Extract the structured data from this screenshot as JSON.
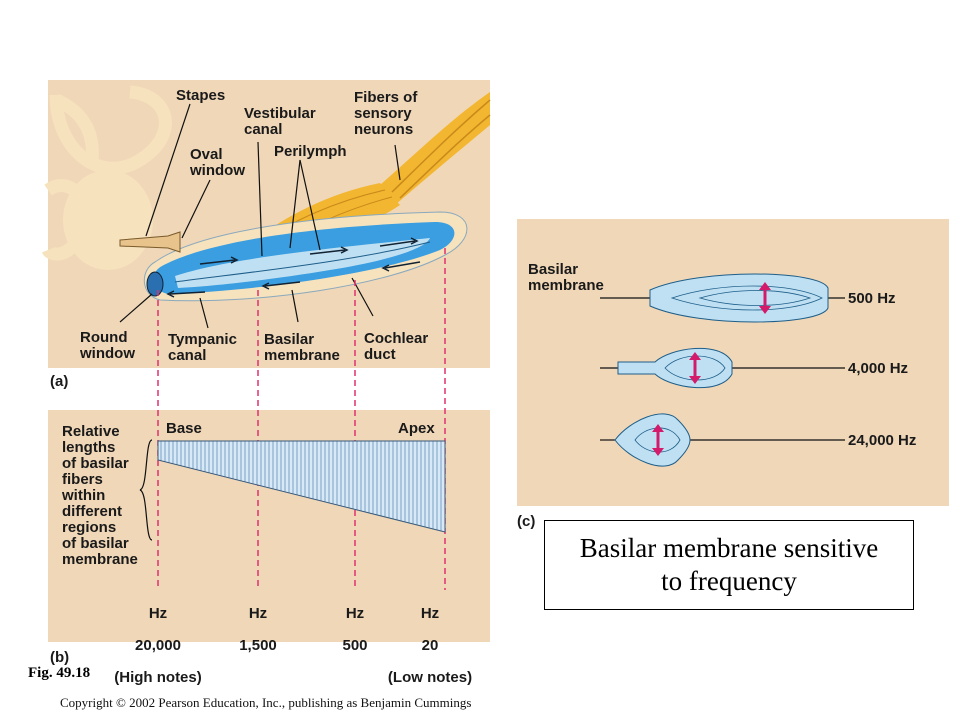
{
  "panel_a": {
    "letter": "(a)",
    "labels": {
      "stapes": "Stapes",
      "vestibular_canal": "Vestibular\ncanal",
      "fibers": "Fibers of\nsensory\nneurons",
      "oval_window": "Oval\nwindow",
      "perilymph": "Perilymph",
      "round_window": "Round\nwindow",
      "tympanic_canal": "Tympanic\ncanal",
      "basilar_membrane": "Basilar\nmembrane",
      "cochlear_duct": "Cochlear\nduct"
    }
  },
  "panel_b": {
    "letter": "(b)",
    "relative_lengths": "Relative\nlengths\nof basilar\nfibers\nwithin\ndifferent\nregions\nof basilar\nmembrane",
    "base": "Base",
    "apex": "Apex",
    "freq_labels": [
      {
        "unit": "Hz",
        "value": "20,000",
        "note": "(High notes)"
      },
      {
        "unit": "Hz",
        "value": "1,500",
        "note": ""
      },
      {
        "unit": "Hz",
        "value": "500",
        "note": ""
      },
      {
        "unit": "Hz",
        "value": "20",
        "note": "(Low notes)"
      }
    ]
  },
  "panel_c": {
    "letter": "(c)",
    "basilar_membrane": "Basilar\nmembrane",
    "frequencies": [
      "500 Hz",
      "4,000 Hz",
      "24,000 Hz"
    ]
  },
  "caption": "Basilar membrane sensitive\nto frequency",
  "figure_number": "Fig. 49.18",
  "copyright": "Copyright © 2002 Pearson Education, Inc., publishing as Benjamin Cummings",
  "colors": {
    "panel_bg": "#f0d7b8",
    "membrane_blue": "#bfe0f2",
    "canal_blue": "#3a9ee0",
    "nerve_gold": "#f2b630",
    "bone": "#f6e2bd",
    "guide_pink": "#e0306e",
    "arrow_magenta": "#d41a6a"
  }
}
